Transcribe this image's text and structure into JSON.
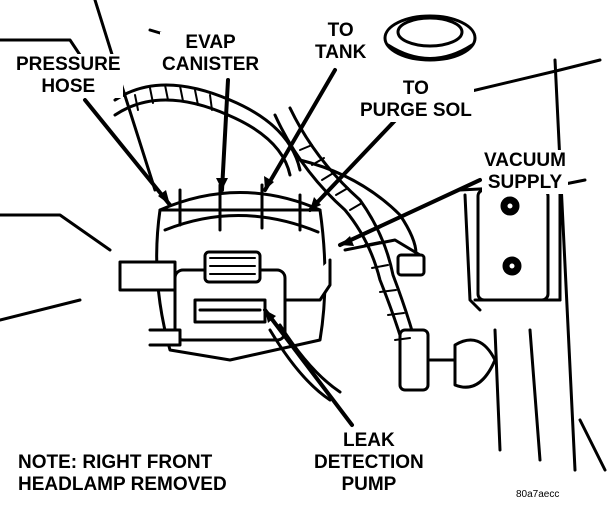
{
  "labels": {
    "pressure_hose": [
      "PRESSURE",
      "HOSE"
    ],
    "evap_canister": [
      "EVAP",
      "CANISTER"
    ],
    "to_tank": [
      "TO",
      "TANK"
    ],
    "to_purge_sol": [
      "TO",
      "PURGE SOL"
    ],
    "vacuum_supply": [
      "VACUUM",
      "SUPPLY"
    ],
    "leak_detection_pump": [
      "LEAK",
      "DETECTION",
      "PUMP"
    ]
  },
  "note": [
    "NOTE: RIGHT FRONT",
    "HEADLAMP REMOVED"
  ],
  "figure_id": "80a7aecc"
}
